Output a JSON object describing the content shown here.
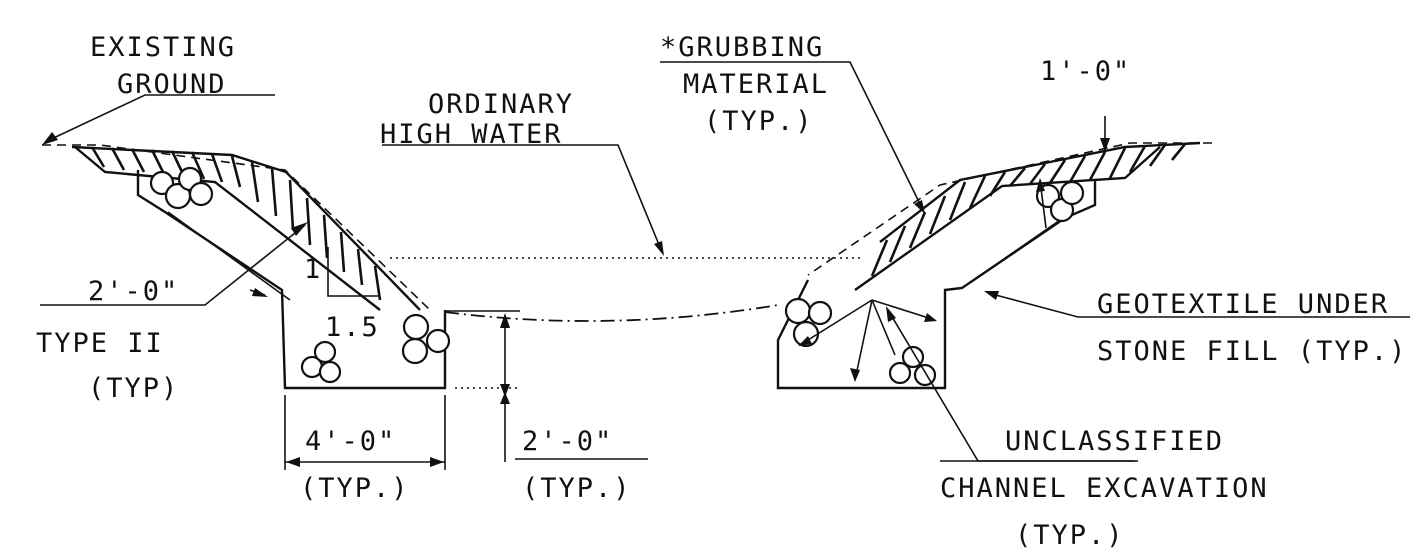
{
  "labels": {
    "existing_ground": [
      "EXISTING",
      "GROUND"
    ],
    "grubbing_material": [
      "*GRUBBING",
      "MATERIAL",
      "(TYP.)"
    ],
    "top_dim": "1'-0\"",
    "ordinary_high_water": [
      "ORDINARY",
      "HIGH WATER"
    ],
    "slope_rise": "1",
    "slope_run": "1.5",
    "left_dim": "2'-0\"",
    "type_ii": [
      "TYPE II",
      "(TYP)"
    ],
    "geotextile": [
      "GEOTEXTILE UNDER",
      "STONE FILL (TYP.)"
    ],
    "bottom_width": [
      "4'-0\"",
      "(TYP.)"
    ],
    "depth": [
      "2'-0\"",
      "(TYP.)"
    ],
    "excavation": [
      "UNCLASSIFIED",
      "CHANNEL EXCAVATION",
      "(TYP.)"
    ]
  }
}
